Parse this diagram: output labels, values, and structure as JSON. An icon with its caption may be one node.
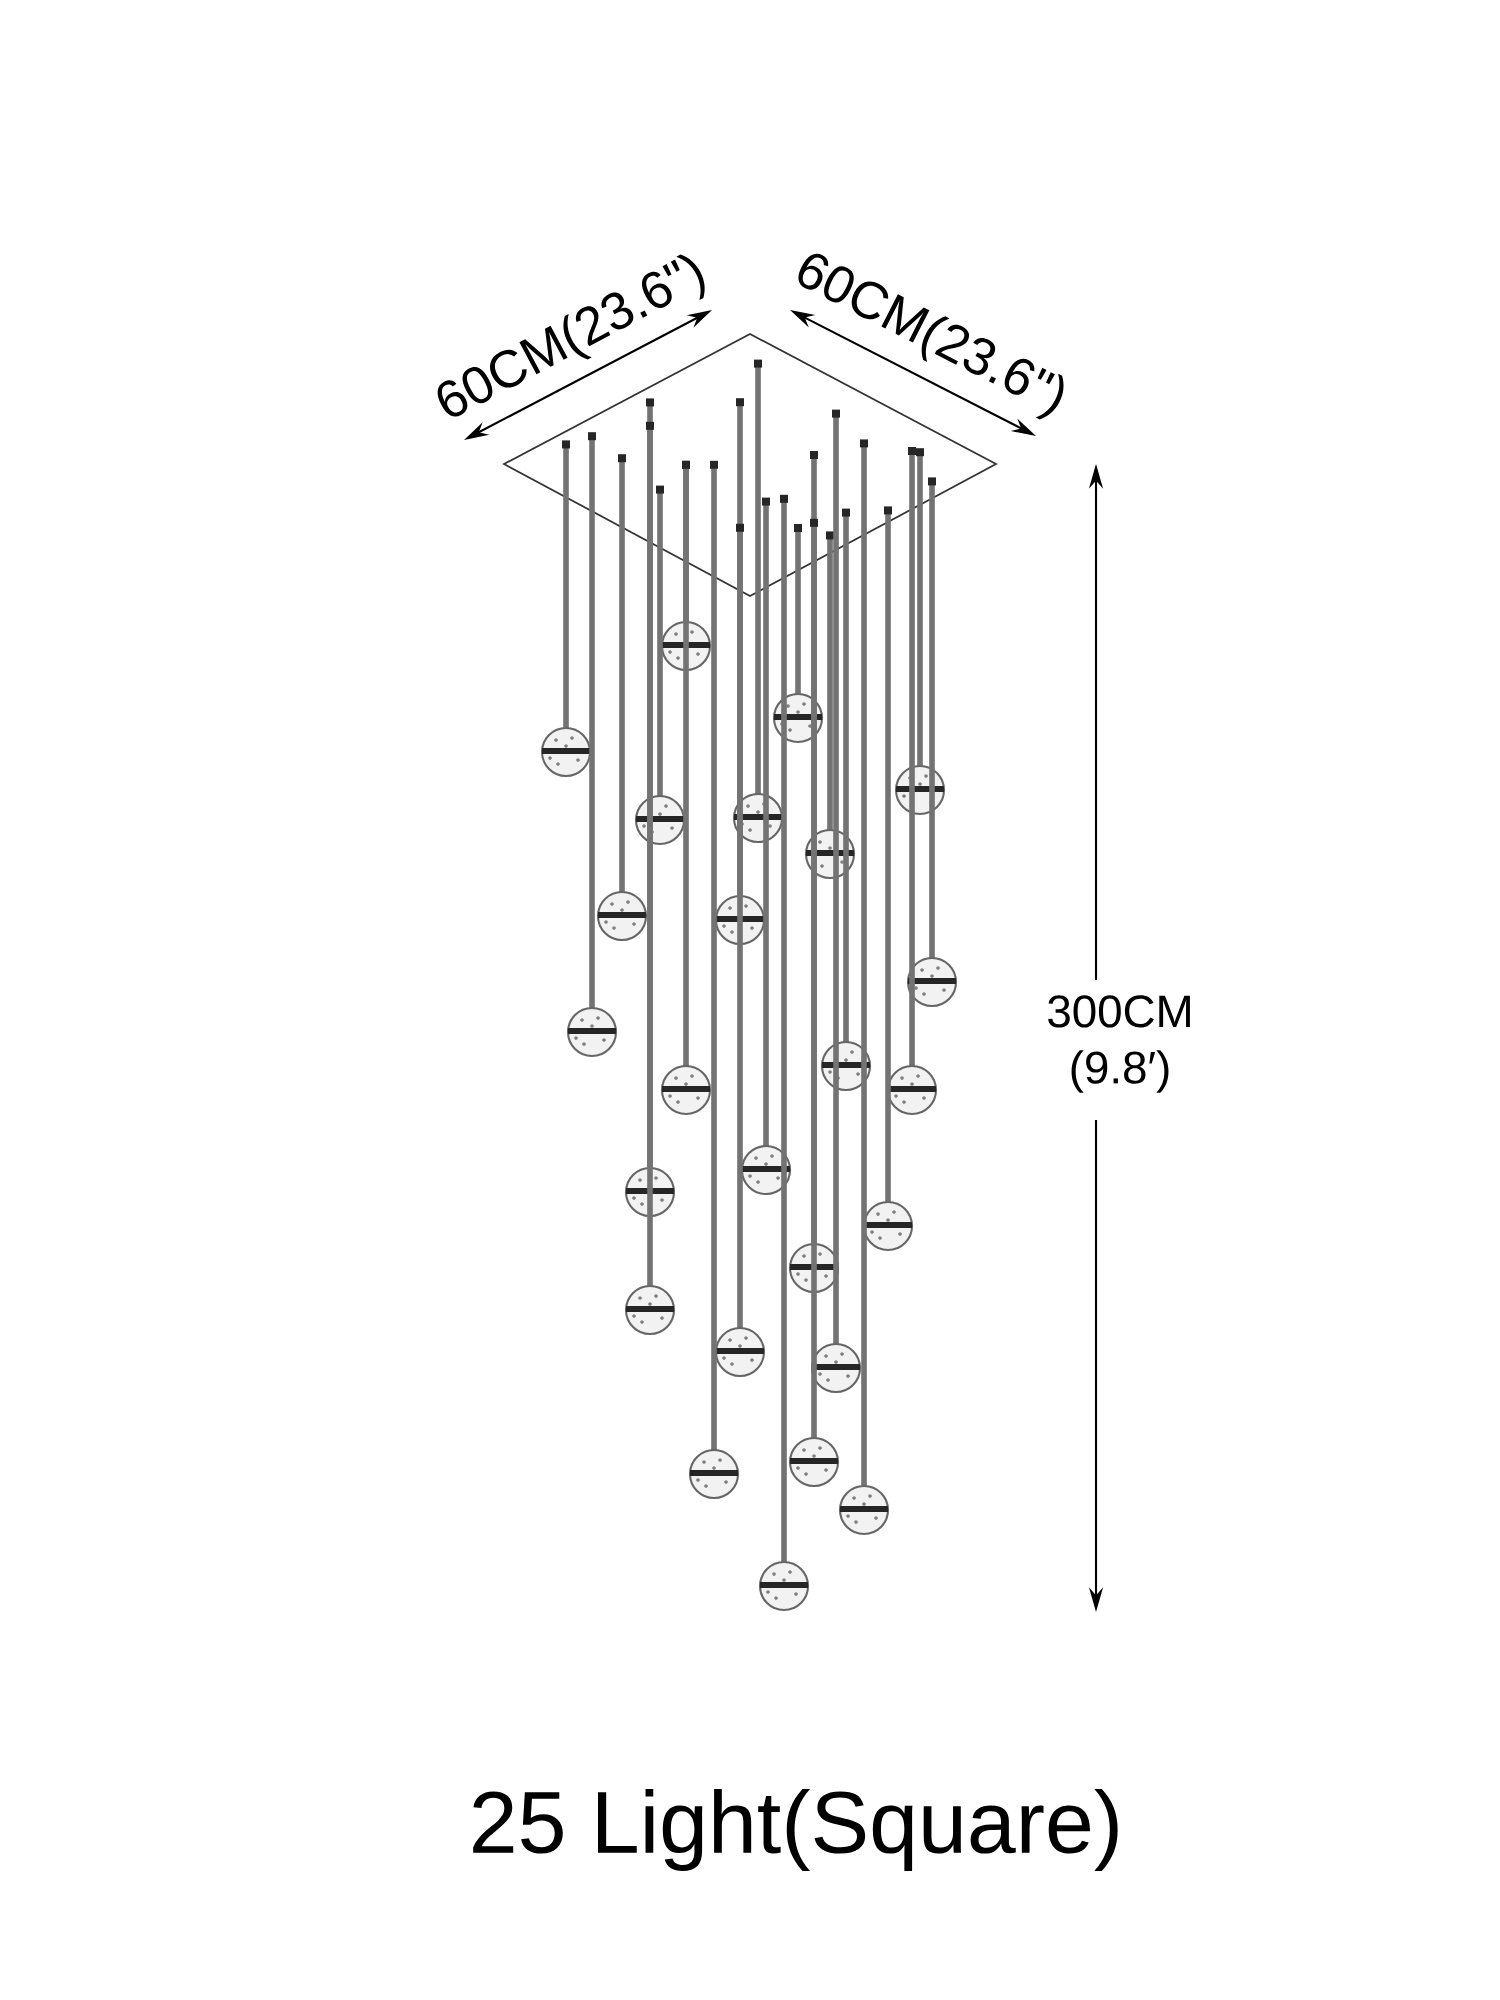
{
  "diagram": {
    "caption": "25 Light(Square)",
    "labels": [
      "60CM(23.6\")",
      "60CM(23.6\")",
      "300CM (9.8′)"
    ]
  }
}
